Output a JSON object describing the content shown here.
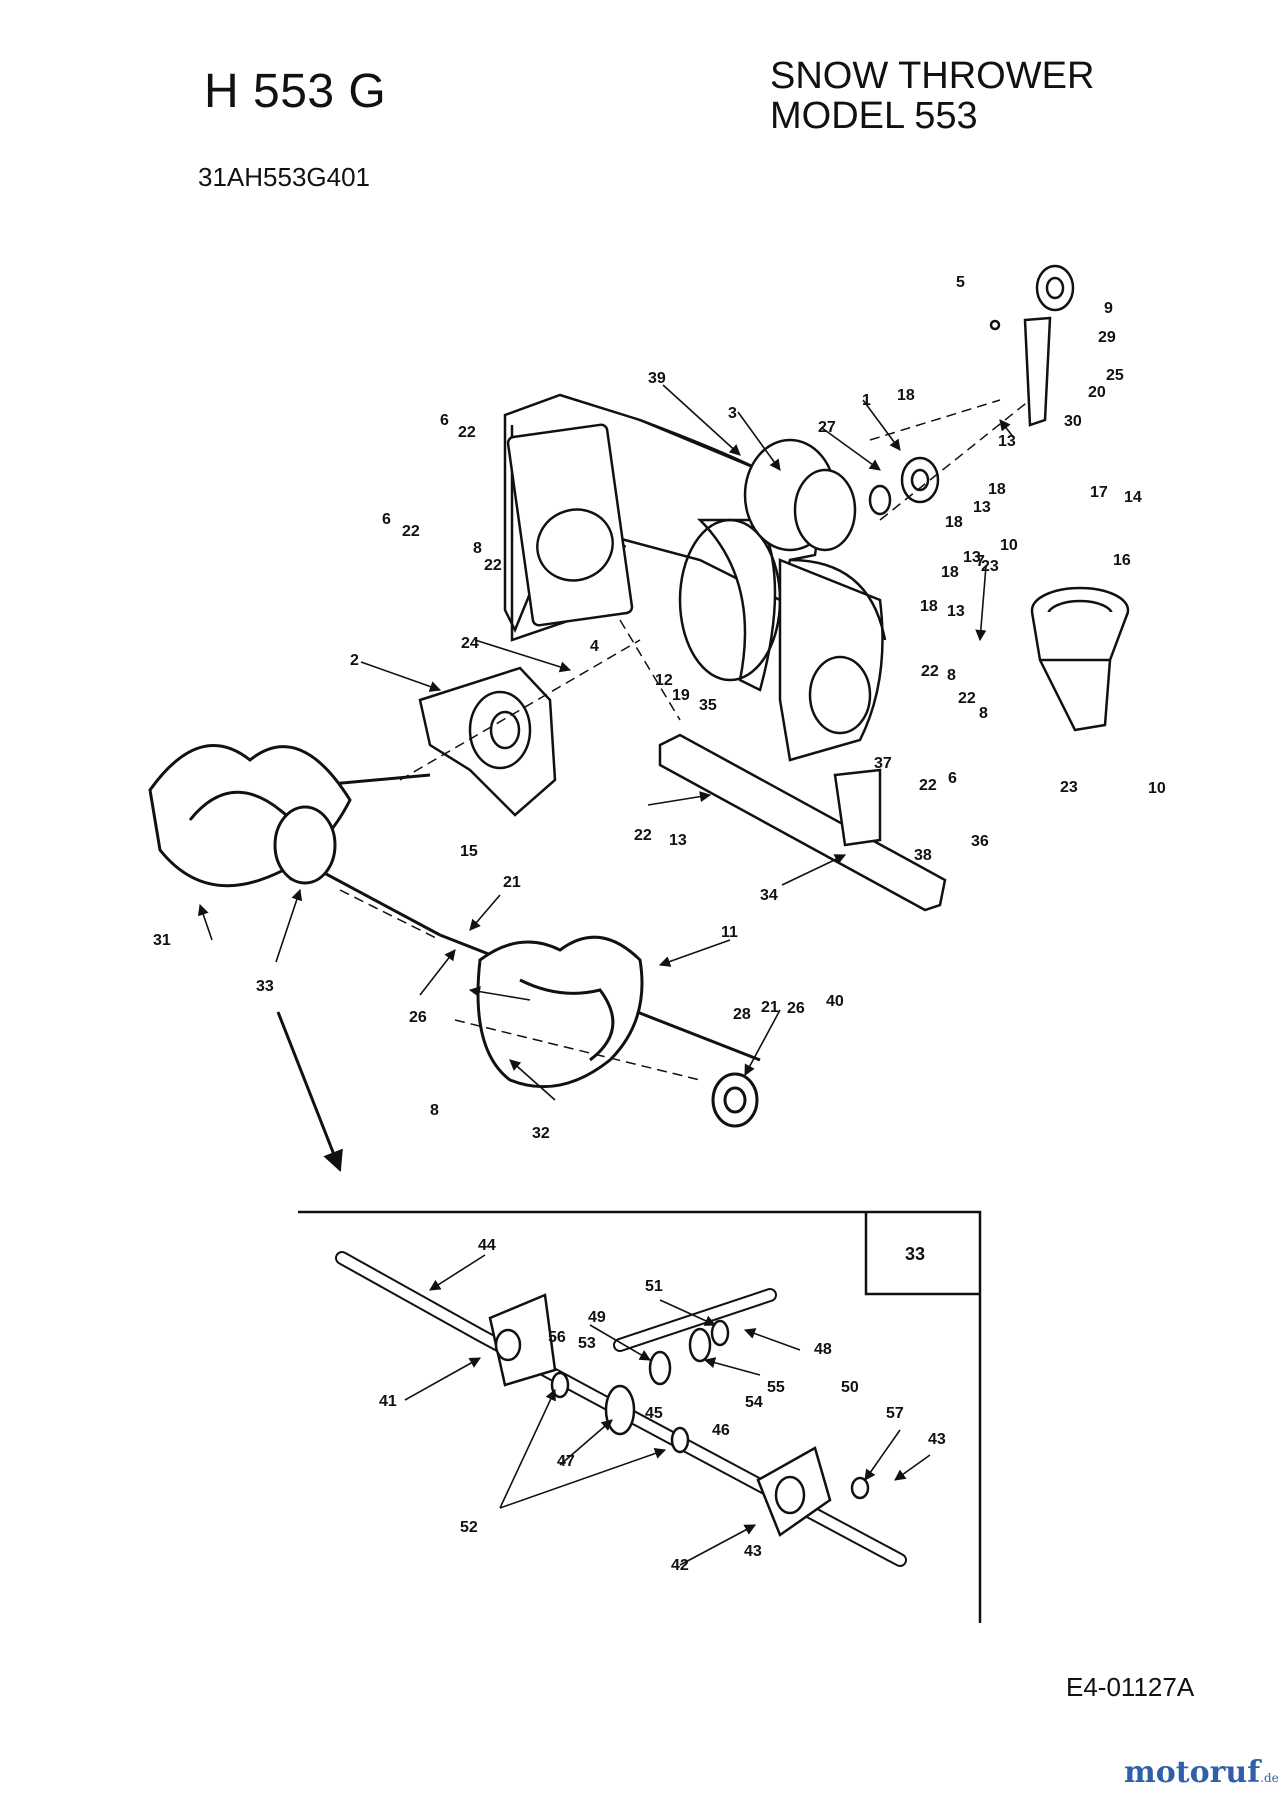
{
  "header": {
    "model": "H 553 G",
    "title_line1": "SNOW THROWER",
    "title_line2": "MODEL 553",
    "part_number": "31AH553G401"
  },
  "inset": {
    "label": "33"
  },
  "footer": {
    "drawing_code": "E4-01127A",
    "watermark_main": "motoruf",
    "watermark_suffix": ".de"
  },
  "callouts": {
    "c1": "1",
    "c2": "2",
    "c3": "3",
    "c4": "4",
    "c5": "5",
    "c6": "6",
    "c7": "7",
    "c8": "8",
    "c9": "9",
    "c10": "10",
    "c11": "11",
    "c12": "12",
    "c13": "13",
    "c14": "14",
    "c15": "15",
    "c16": "16",
    "c17": "17",
    "c18": "18",
    "c19": "19",
    "c20": "20",
    "c21": "21",
    "c22": "22",
    "c23": "23",
    "c24": "24",
    "c25": "25",
    "c26": "26",
    "c27": "27",
    "c28": "28",
    "c29": "29",
    "c30": "30",
    "c31": "31",
    "c32": "32",
    "c33": "33",
    "c34": "34",
    "c35": "35",
    "c36": "36",
    "c37": "37",
    "c38": "38",
    "c39": "39",
    "c40": "40",
    "c41": "41",
    "c42": "42",
    "c43": "43",
    "c44": "44",
    "c45": "45",
    "c46": "46",
    "c47": "47",
    "c48": "48",
    "c49": "49",
    "c50": "50",
    "c51": "51",
    "c52": "52",
    "c53": "53",
    "c54": "54",
    "c55": "55",
    "c56": "56",
    "c57": "57"
  }
}
